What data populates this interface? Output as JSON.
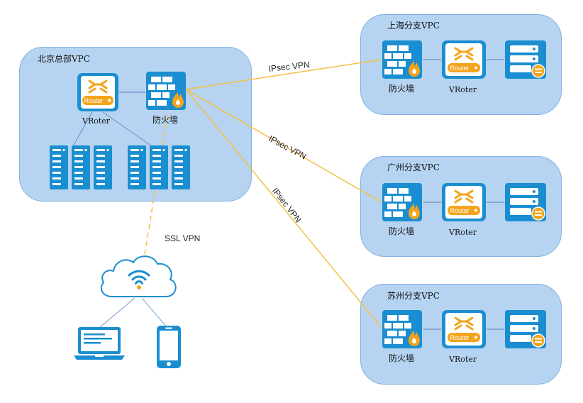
{
  "vpcs": {
    "beijing": {
      "title": "北京总部VPC"
    },
    "shanghai": {
      "title": "上海分支VPC"
    },
    "guangzhou": {
      "title": "广州分支VPC"
    },
    "suzhou": {
      "title": "苏州分支VPC"
    }
  },
  "labels": {
    "firewall": "防火墙",
    "vrouter": "VRoter",
    "router_badge": "Router"
  },
  "links": {
    "ipsec_1": "IPsec VPN",
    "ipsec_2": "IPsec VPN",
    "ipsec_3": "IPsec VPN",
    "ssl": "SSL VPN"
  },
  "colors": {
    "vpc_fill": "#b6d4f1",
    "device_blue": "#1a8ed0",
    "router_orange": "#f4a41c",
    "vpn_line": "#f2c043",
    "internal_line": "#6b8fc7"
  },
  "icons": {
    "firewall": "firewall-icon",
    "router": "router-icon",
    "server": "server-icon",
    "cloud": "wifi-cloud-icon",
    "laptop": "laptop-icon",
    "phone": "phone-icon"
  }
}
